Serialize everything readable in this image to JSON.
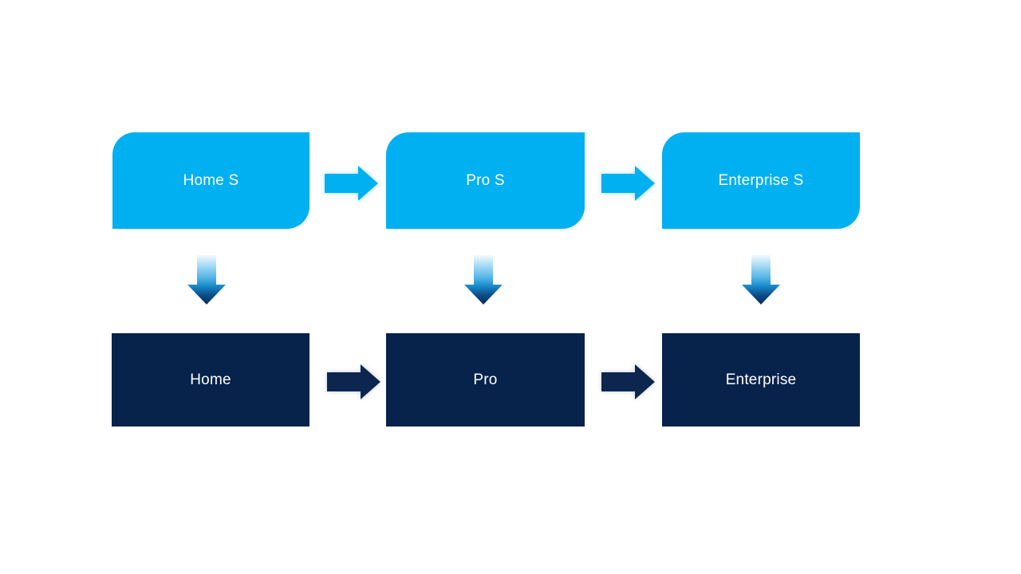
{
  "diagram": {
    "top_row": {
      "boxes": [
        {
          "label": "Home S"
        },
        {
          "label": "Pro S"
        },
        {
          "label": "Enterprise S"
        }
      ]
    },
    "bottom_row": {
      "boxes": [
        {
          "label": "Home"
        },
        {
          "label": "Pro"
        },
        {
          "label": "Enterprise"
        }
      ]
    },
    "colors": {
      "background": "#FFFFFF",
      "top_box_fill": "#00B0F0",
      "top_box_text": "#FFFFFF",
      "bottom_box_fill": "#07234B",
      "bottom_box_text": "#FFFFFF",
      "top_arrow_fill": "#00B0F0",
      "top_arrow_glow": "#8ADCFF",
      "bottom_arrow_fill": "#0A2750",
      "bottom_arrow_glow": "#AFC0D5",
      "down_arrow_stop_top": "#F4FBFF",
      "down_arrow_stop_light": "#BCE4F8",
      "down_arrow_stop_mid": "#56B6E9",
      "down_arrow_stop_deep": "#1A8CCB",
      "down_arrow_stop_head": "#0A4A86",
      "down_arrow_stop_tip": "#0A2C57"
    }
  }
}
